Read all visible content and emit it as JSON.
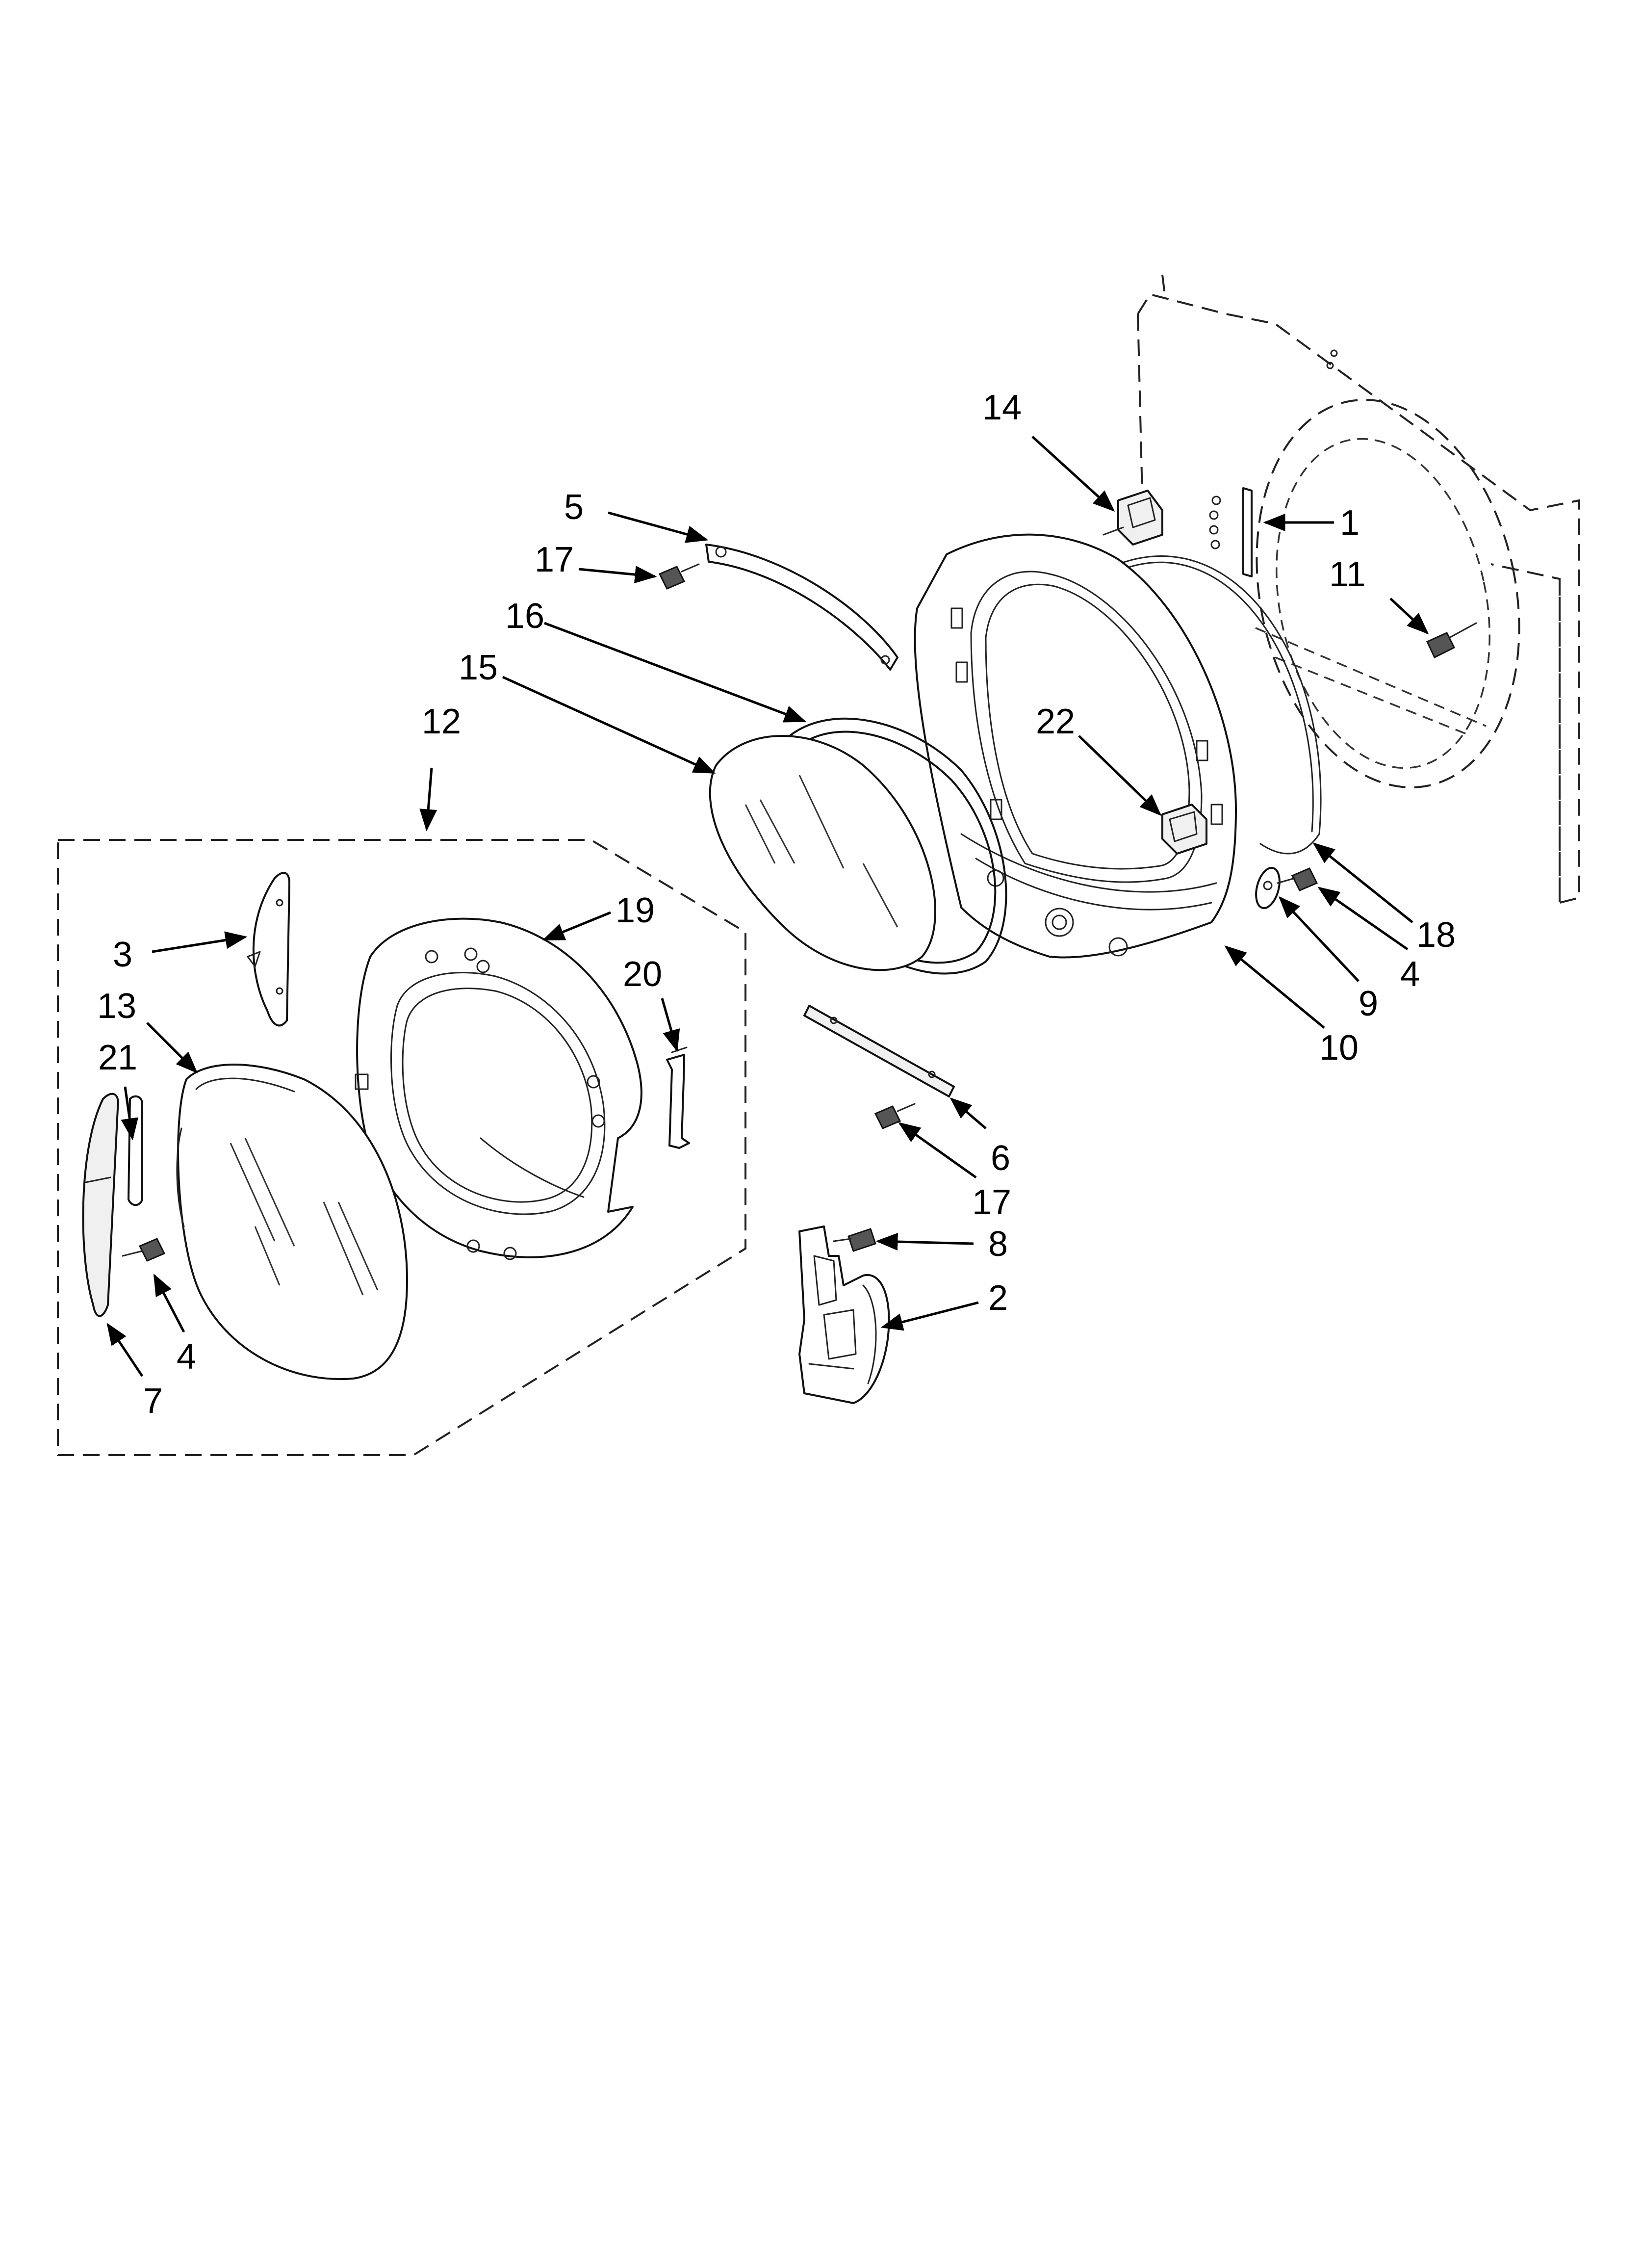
{
  "diagram": {
    "callouts": [
      {
        "id": "c14",
        "label": "14"
      },
      {
        "id": "c1",
        "label": "1"
      },
      {
        "id": "c11",
        "label": "11"
      },
      {
        "id": "c5",
        "label": "5"
      },
      {
        "id": "c17a",
        "label": "17"
      },
      {
        "id": "c16",
        "label": "16"
      },
      {
        "id": "c15",
        "label": "15"
      },
      {
        "id": "c12",
        "label": "12"
      },
      {
        "id": "c22",
        "label": "22"
      },
      {
        "id": "c18",
        "label": "18"
      },
      {
        "id": "c4a",
        "label": "4"
      },
      {
        "id": "c9",
        "label": "9"
      },
      {
        "id": "c10",
        "label": "10"
      },
      {
        "id": "c19",
        "label": "19"
      },
      {
        "id": "c20",
        "label": "20"
      },
      {
        "id": "c3",
        "label": "3"
      },
      {
        "id": "c13",
        "label": "13"
      },
      {
        "id": "c21",
        "label": "21"
      },
      {
        "id": "c4b",
        "label": "4"
      },
      {
        "id": "c7",
        "label": "7"
      },
      {
        "id": "c6",
        "label": "6"
      },
      {
        "id": "c17b",
        "label": "17"
      },
      {
        "id": "c8",
        "label": "8"
      },
      {
        "id": "c2",
        "label": "2"
      }
    ]
  }
}
